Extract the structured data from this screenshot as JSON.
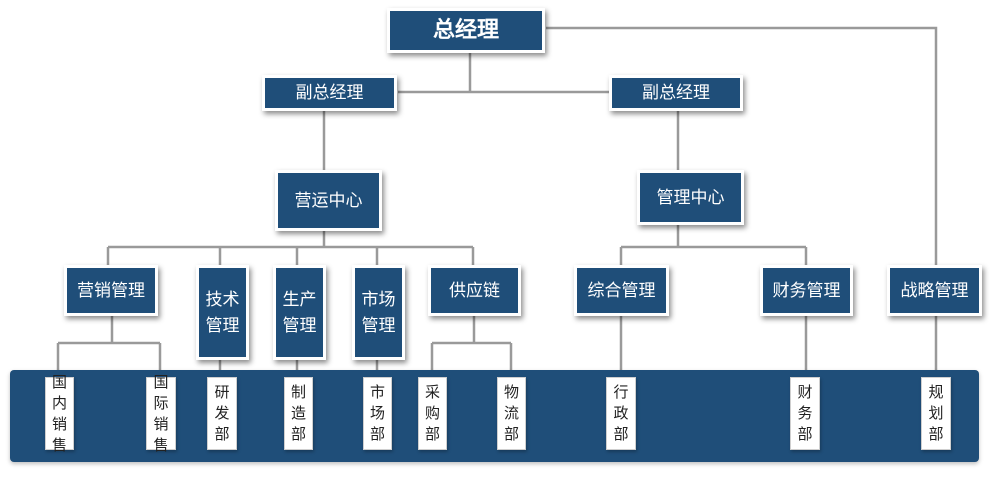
{
  "nodes": {
    "ceo": "总经理",
    "vp_left": "副总经理",
    "vp_right": "副总经理",
    "ops_center": "营运中心",
    "mgmt_center": "管理中心",
    "marketing": "营销管理",
    "tech": "技术\n管理",
    "production": "生产\n管理",
    "market": "市场\n管理",
    "supply": "供应链",
    "general": "综合管理",
    "finance": "财务管理",
    "strategy": "战略管理"
  },
  "departments": {
    "domestic_sales": "国内\n销售",
    "intl_sales": "国际\n销售",
    "rnd": "研\n发\n部",
    "manufacturing": "制\n造\n部",
    "market_dept": "市\n场\n部",
    "purchasing": "采\n购\n部",
    "logistics": "物\n流\n部",
    "admin": "行\n政\n部",
    "finance_dept": "财\n务\n部",
    "planning": "规\n划\n部"
  },
  "colors": {
    "box_fill": "#1f4e79",
    "connector": "#9a9a9a",
    "dept_fill": "#ffffff"
  }
}
